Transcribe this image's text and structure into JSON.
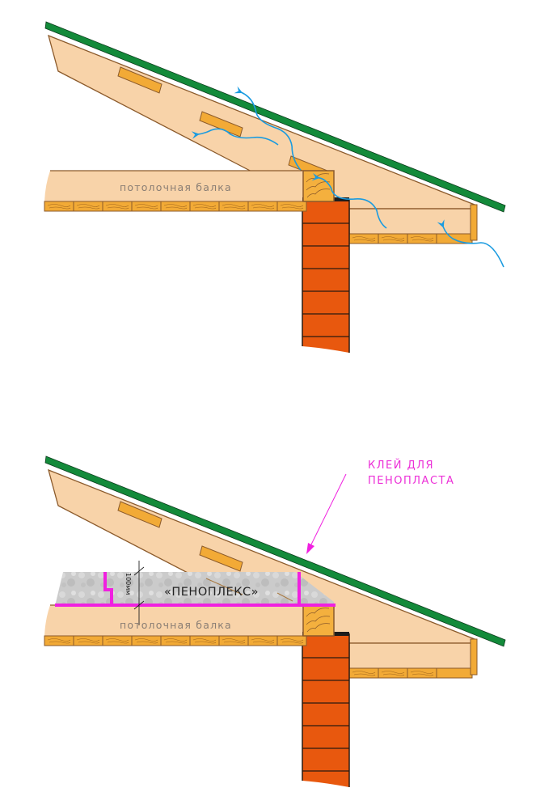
{
  "diagrams": [
    {
      "id": "ventilated-eaves",
      "beam_label": "потолочная балка"
    },
    {
      "id": "insulated-eaves",
      "beam_label": "потолочная балка",
      "insulation_label": "«ПЕНОПЛЕКС»",
      "thickness_label": "100мм",
      "callout_label_line1": "КЛЕЙ ДЛЯ",
      "callout_label_line2": "ПЕНОПЛАСТА"
    }
  ],
  "colors": {
    "roofing": "#138a3a",
    "rafter": "#f8d3a9",
    "rafter_outline": "#8b5a2b",
    "lath": "#f2aa36",
    "brick": "#e8580e",
    "brick_mortar": "#2a1a10",
    "airflow": "#1a9be0",
    "glue": "#f020e0",
    "foam": "#cfcfcf"
  }
}
